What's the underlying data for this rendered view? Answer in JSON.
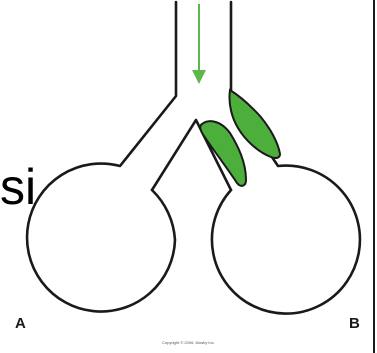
{
  "labels": {
    "left": "A",
    "right": "B"
  },
  "text_fragment": "si",
  "copyright": "Copyright © 2006, Mosby Inc.",
  "colors": {
    "outline": "#1a1a1a",
    "mucus": "#4caf3c",
    "arrow": "#5cb84a",
    "background": "#ffffff"
  },
  "icons": {
    "flow_arrow": "down-arrow-icon"
  }
}
